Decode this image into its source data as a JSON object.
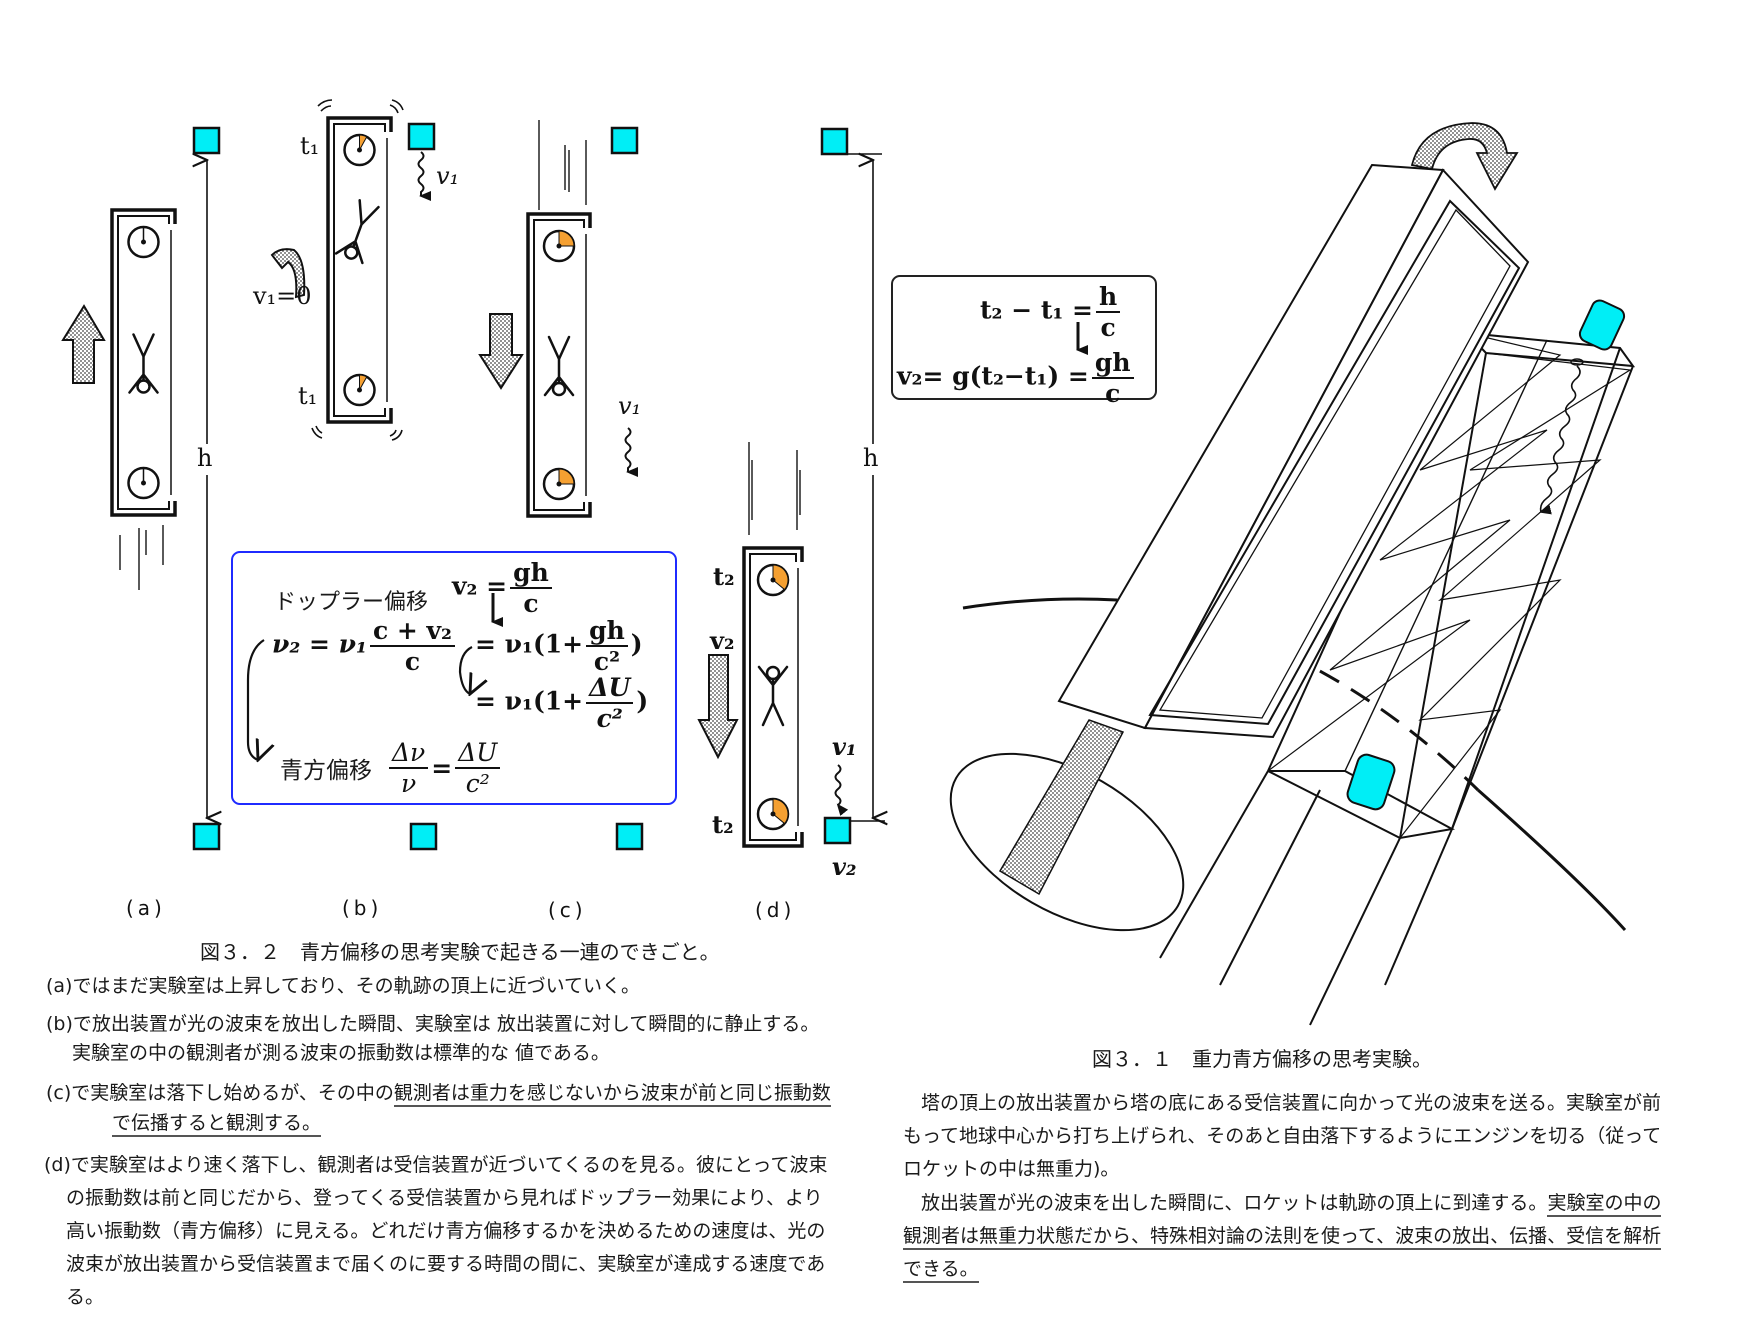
{
  "colors": {
    "cyan": "#00eef6",
    "orange": "#f5a031",
    "blue_box": "#1f2bff"
  },
  "fig32": {
    "panel_labels": [
      "(a)",
      "(b)",
      "(c)",
      "(d)"
    ],
    "h_label": "h",
    "b_t1_top": "t₁",
    "b_t1_bottom": "t₁",
    "b_v1": "v₁",
    "b_v1_zero": "v₁=0",
    "c_v1": "v₁",
    "d_t2_top": "t₂",
    "d_t2_bottom": "t₂",
    "d_v2_arrow": "v₂",
    "d_v1": "v₁",
    "d_v2_receiver": "v₂",
    "clock_fill_fractions": [
      0,
      0.08,
      0.25,
      0.36
    ],
    "doppler_box": {
      "title": "ドップラー偏移",
      "v2_lhs": "v₂ =",
      "v2_num": "gh",
      "v2_den": "c",
      "eq1_lhs": "ν₂ = ν₁",
      "eq1_num": "c + v₂",
      "eq1_den": "c",
      "eq2_lhs": "= ν₁(1+",
      "eq2_num": "gh",
      "eq2_den": "c²",
      "eq2_close": ")",
      "eq3_lhs": "= ν₁(1+",
      "eq3_num": "ΔU",
      "eq3_den": "c²",
      "eq3_close": ")",
      "blue_title": "青方偏移",
      "blue_num_l": "Δν",
      "blue_den_l": "ν",
      "blue_eq": "=",
      "blue_num_r": "ΔU",
      "blue_den_r": "c²"
    },
    "caption": "図３．２　青方偏移の思考実験で起きる一連のできごと。",
    "text": {
      "a": "(a)ではまだ実験室は上昇しており、その軌跡の頂上に近づいていく。",
      "b1": "(b)で放出装置が光の波束を放出した瞬間、実験室は 放出装置に対して瞬間的に静止する。",
      "b2": "実験室の中の観測者が測る波束の振動数は標準的な 値である。",
      "c1_pre": "(c)で実験室は落下し始めるが、その中の",
      "c1_ul": "観測者は重力を感じないから波束が前",
      "c1_ul2": "と同じ振動数",
      "c2_ul": "で伝播すると観測する。",
      "d": [
        "(d)で実験室はより速く落下し、観測者は受信装置が近づいてくるのを見る。彼にとって波束",
        "の振動数は前と同じだから、登ってくる受信装置から見ればドップラー効果により、より",
        "高い振動数（青方偏移）に見える。どれだけ青方偏移するかを決めるための速度は、光の",
        "波束が放出装置から受信装置まで届くのに要する時間の間に、実験室が達成する速度であ",
        "る。"
      ]
    }
  },
  "fig31": {
    "formula": {
      "l1_lhs": "t₂ − t₁ =",
      "l1_num": "h",
      "l1_den": "c",
      "l2_lhs": "v₂= g(t₂−t₁) =",
      "l2_num": "gh",
      "l2_den": "c"
    },
    "caption": "図３．１　重力青方偏移の思考実験。",
    "text": {
      "l1": "塔の頂上の放出装置から塔の底にある受信装置に向かって光の波束を送る。実験室が前",
      "l2": "もって地球中心から打ち上げられ、そのあと自由落下するようにエンジンを切る（従って",
      "l3": "ロケットの中は無重力)。",
      "l4_pre": "放出装置が光の波束を出した瞬間に、ロケットは軌跡の頂上に到達する。",
      "l4_ul": "実験室の中の",
      "l5_ul": "観測者は無重力状態だから、特殊相対論の法則を使って、波束の放出、伝播、受信を解析",
      "l6_ul": "できる。"
    }
  }
}
